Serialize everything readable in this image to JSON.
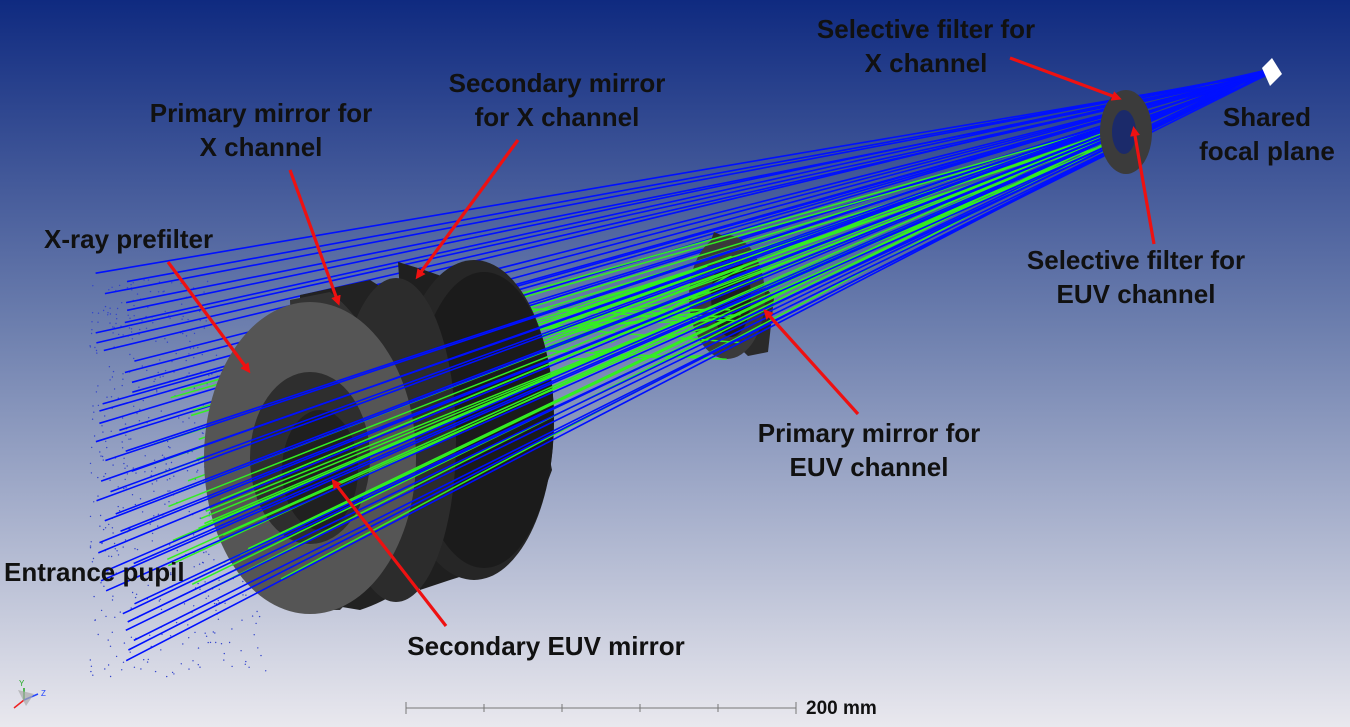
{
  "labels": {
    "selective_filter_x": [
      "Selective filter for",
      "X channel"
    ],
    "shared_focal_plane": [
      "Shared",
      "focal plane"
    ],
    "secondary_mirror_x": [
      "Secondary mirror",
      "for X channel"
    ],
    "primary_mirror_x": [
      "Primary mirror for",
      "X channel"
    ],
    "xray_prefilter": "X-ray prefilter",
    "selective_filter_euv": [
      "Selective filter for",
      "EUV channel"
    ],
    "primary_mirror_euv": [
      "Primary mirror for",
      "EUV channel"
    ],
    "entrance_pupil": "Entrance pupil",
    "secondary_euv_mirror": "Secondary EUV mirror"
  },
  "scale_bar": {
    "label": "200 mm"
  },
  "axis_triad": {
    "y": "Y",
    "z": "Z"
  },
  "colors": {
    "background_top": "#0f2a80",
    "background_bottom": "#e9e8ee",
    "xray_ray": "#0010ff",
    "euv_ray": "#33ee22",
    "annotation_arrow": "#ee1111",
    "mirror_body": "#262626",
    "prefilter": "#555555"
  }
}
